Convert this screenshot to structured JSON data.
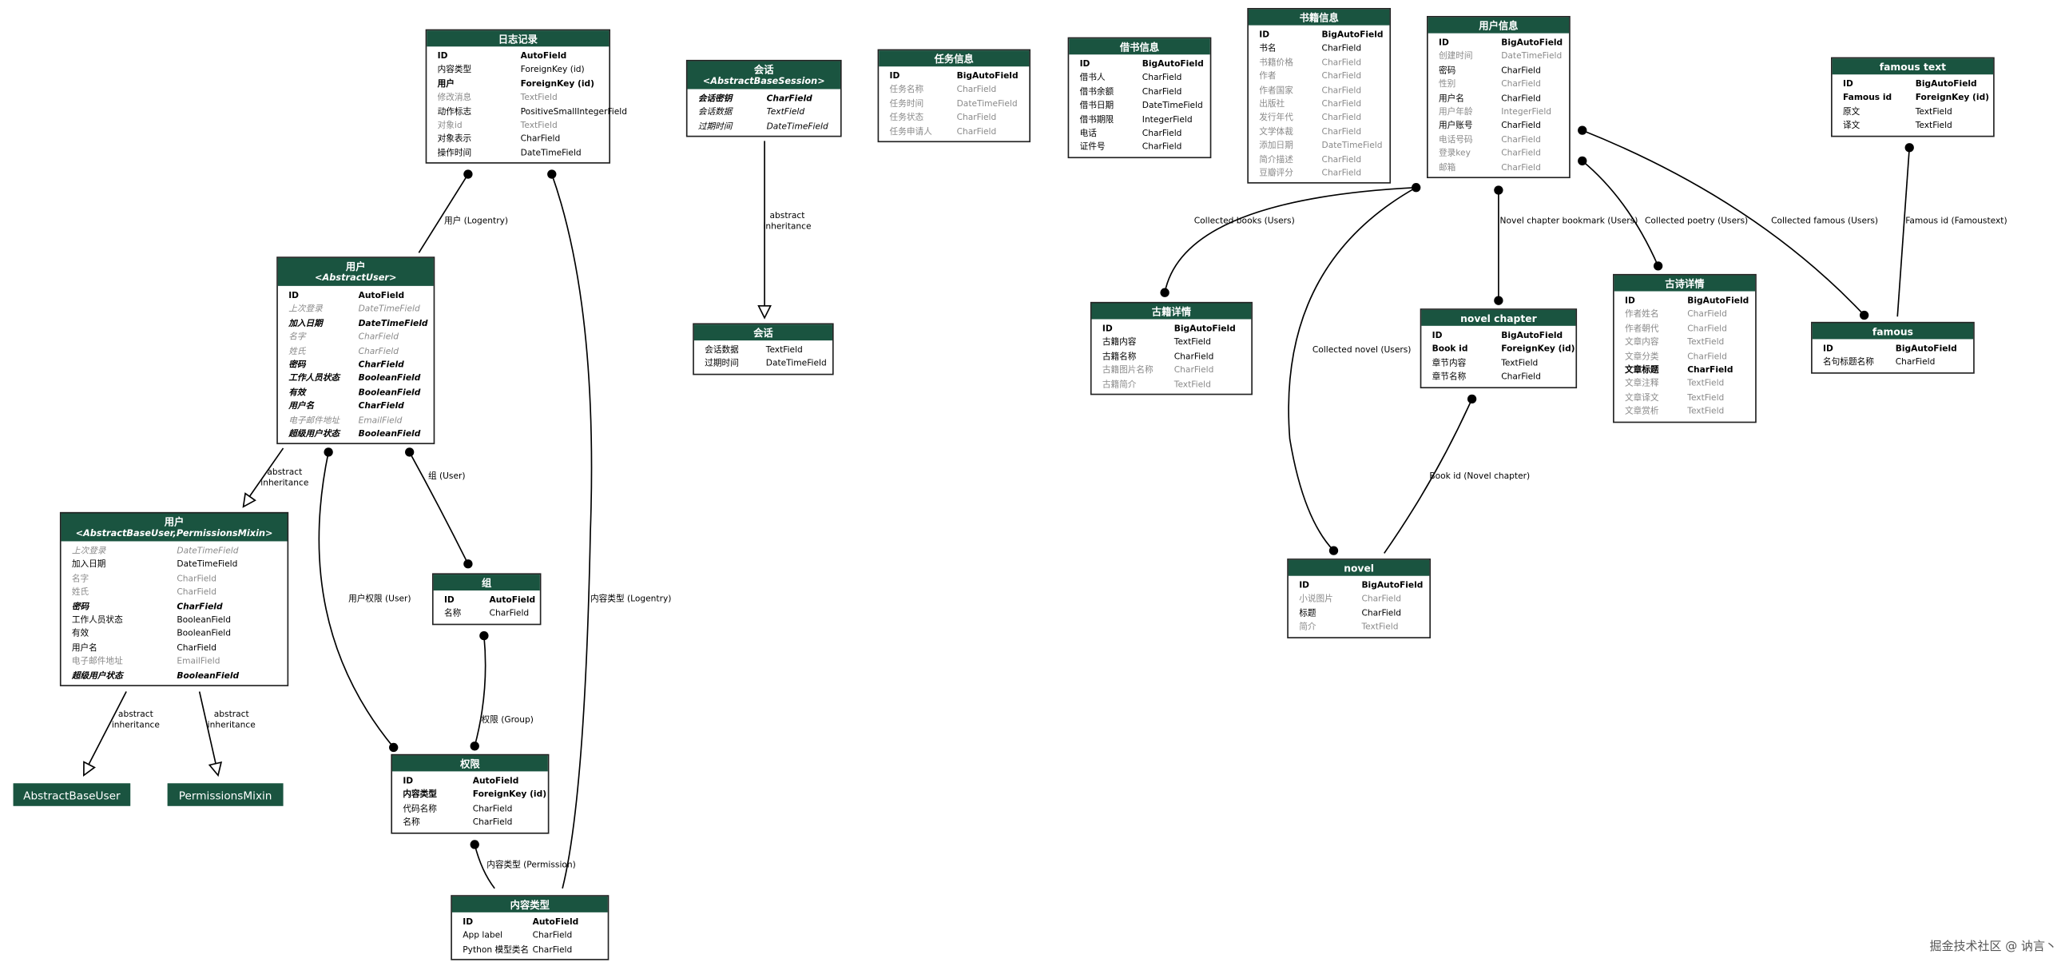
{
  "models": [
    {
      "id": "logentry",
      "title": "日志记录",
      "fields": [
        [
          "ID",
          "AutoField",
          "b"
        ],
        [
          "内容类型",
          "ForeignKey (id)",
          "n"
        ],
        [
          "用户",
          "ForeignKey (id)",
          "b"
        ],
        [
          "修改消息",
          "TextField",
          "g"
        ],
        [
          "动作标志",
          "PositiveSmallIntegerField",
          "n"
        ],
        [
          "对象id",
          "TextField",
          "g"
        ],
        [
          "对象表示",
          "CharField",
          "n"
        ],
        [
          "操作时间",
          "DateTimeField",
          "n"
        ]
      ]
    },
    {
      "id": "user",
      "title": "用户",
      "subtitle": "<AbstractUser>",
      "fields": [
        [
          "ID",
          "AutoField",
          "b"
        ],
        [
          "上次登录",
          "DateTimeField",
          "gi"
        ],
        [
          "加入日期",
          "DateTimeField",
          "bi"
        ],
        [
          "名字",
          "CharField",
          "gi"
        ],
        [
          "姓氏",
          "CharField",
          "gi"
        ],
        [
          "密码",
          "CharField",
          "bi"
        ],
        [
          "工作人员状态",
          "BooleanField",
          "bi"
        ],
        [
          "有效",
          "BooleanField",
          "bi"
        ],
        [
          "用户名",
          "CharField",
          "bi"
        ],
        [
          "电子邮件地址",
          "EmailField",
          "gi"
        ],
        [
          "超级用户状态",
          "BooleanField",
          "bi"
        ]
      ]
    },
    {
      "id": "baseuser",
      "title": "用户",
      "subtitle": "<AbstractBaseUser,PermissionsMixin>",
      "fields": [
        [
          "上次登录",
          "DateTimeField",
          "gi"
        ],
        [
          "加入日期",
          "DateTimeField",
          "n"
        ],
        [
          "名字",
          "CharField",
          "g"
        ],
        [
          "姓氏",
          "CharField",
          "g"
        ],
        [
          "密码",
          "CharField",
          "bi"
        ],
        [
          "工作人员状态",
          "BooleanField",
          "n"
        ],
        [
          "有效",
          "BooleanField",
          "n"
        ],
        [
          "用户名",
          "CharField",
          "n"
        ],
        [
          "电子邮件地址",
          "EmailField",
          "g"
        ],
        [
          "超级用户状态",
          "BooleanField",
          "bi"
        ]
      ]
    },
    {
      "id": "group",
      "title": "组",
      "fields": [
        [
          "ID",
          "AutoField",
          "b"
        ],
        [
          "名称",
          "CharField",
          "n"
        ]
      ]
    },
    {
      "id": "permission",
      "title": "权限",
      "fields": [
        [
          "ID",
          "AutoField",
          "b"
        ],
        [
          "内容类型",
          "ForeignKey (id)",
          "b"
        ],
        [
          "代码名称",
          "CharField",
          "n"
        ],
        [
          "名称",
          "CharField",
          "n"
        ]
      ]
    },
    {
      "id": "contenttype",
      "title": "内容类型",
      "fields": [
        [
          "ID",
          "AutoField",
          "b"
        ],
        [
          "App label",
          "CharField",
          "n"
        ],
        [
          "Python 模型类名",
          "CharField",
          "n"
        ]
      ]
    },
    {
      "id": "abssession",
      "title": "会话",
      "subtitle": "<AbstractBaseSession>",
      "fields": [
        [
          "会话密钥",
          "CharField",
          "bi"
        ],
        [
          "会话数据",
          "TextField",
          "i"
        ],
        [
          "过期时间",
          "DateTimeField",
          "i"
        ]
      ]
    },
    {
      "id": "session",
      "title": "会话",
      "fields": [
        [
          "会话数据",
          "TextField",
          "n"
        ],
        [
          "过期时间",
          "DateTimeField",
          "n"
        ]
      ]
    },
    {
      "id": "task",
      "title": "任务信息",
      "fields": [
        [
          "ID",
          "BigAutoField",
          "b"
        ],
        [
          "任务名称",
          "CharField",
          "g"
        ],
        [
          "任务时间",
          "DateTimeField",
          "g"
        ],
        [
          "任务状态",
          "CharField",
          "g"
        ],
        [
          "任务申请人",
          "CharField",
          "g"
        ]
      ]
    },
    {
      "id": "borrow",
      "title": "借书信息",
      "fields": [
        [
          "ID",
          "BigAutoField",
          "b"
        ],
        [
          "借书人",
          "CharField",
          "n"
        ],
        [
          "借书余额",
          "CharField",
          "n"
        ],
        [
          "借书日期",
          "DateTimeField",
          "n"
        ],
        [
          "借书期限",
          "IntegerField",
          "n"
        ],
        [
          "电话",
          "CharField",
          "n"
        ],
        [
          "证件号",
          "CharField",
          "n"
        ]
      ]
    },
    {
      "id": "bookinfo",
      "title": "书籍信息",
      "fields": [
        [
          "ID",
          "BigAutoField",
          "b"
        ],
        [
          "书名",
          "CharField",
          "n"
        ],
        [
          "书籍价格",
          "CharField",
          "g"
        ],
        [
          "作者",
          "CharField",
          "g"
        ],
        [
          "作者国家",
          "CharField",
          "g"
        ],
        [
          "出版社",
          "CharField",
          "g"
        ],
        [
          "发行年代",
          "CharField",
          "g"
        ],
        [
          "文学体裁",
          "CharField",
          "g"
        ],
        [
          "添加日期",
          "DateTimeField",
          "g"
        ],
        [
          "简介描述",
          "CharField",
          "g"
        ],
        [
          "豆瓣评分",
          "CharField",
          "g"
        ]
      ]
    },
    {
      "id": "userinfo",
      "title": "用户信息",
      "fields": [
        [
          "ID",
          "BigAutoField",
          "b"
        ],
        [
          "创建时间",
          "DateTimeField",
          "g"
        ],
        [
          "密码",
          "CharField",
          "n"
        ],
        [
          "性别",
          "CharField",
          "g"
        ],
        [
          "用户名",
          "CharField",
          "n"
        ],
        [
          "用户年龄",
          "IntegerField",
          "g"
        ],
        [
          "用户账号",
          "CharField",
          "n"
        ],
        [
          "电话号码",
          "CharField",
          "g"
        ],
        [
          "登录key",
          "CharField",
          "g"
        ],
        [
          "邮箱",
          "CharField",
          "g"
        ]
      ]
    },
    {
      "id": "famoustext",
      "title": "famous text",
      "fields": [
        [
          "ID",
          "BigAutoField",
          "b"
        ],
        [
          "Famous id",
          "ForeignKey (id)",
          "b"
        ],
        [
          "原文",
          "TextField",
          "n"
        ],
        [
          "译文",
          "TextField",
          "n"
        ]
      ]
    },
    {
      "id": "ancientbook",
      "title": "古籍详情",
      "fields": [
        [
          "ID",
          "BigAutoField",
          "b"
        ],
        [
          "古籍内容",
          "TextField",
          "n"
        ],
        [
          "古籍名称",
          "CharField",
          "n"
        ],
        [
          "古籍图片名称",
          "CharField",
          "g"
        ],
        [
          "古籍简介",
          "TextField",
          "g"
        ]
      ]
    },
    {
      "id": "novelchapter",
      "title": "novel chapter",
      "fields": [
        [
          "ID",
          "BigAutoField",
          "b"
        ],
        [
          "Book id",
          "ForeignKey (id)",
          "b"
        ],
        [
          "章节内容",
          "TextField",
          "n"
        ],
        [
          "章节名称",
          "CharField",
          "n"
        ]
      ]
    },
    {
      "id": "poetry",
      "title": "古诗详情",
      "fields": [
        [
          "ID",
          "BigAutoField",
          "b"
        ],
        [
          "作者姓名",
          "CharField",
          "g"
        ],
        [
          "作者朝代",
          "CharField",
          "g"
        ],
        [
          "文章内容",
          "TextField",
          "g"
        ],
        [
          "文章分类",
          "CharField",
          "g"
        ],
        [
          "文章标题",
          "CharField",
          "b"
        ],
        [
          "文章注释",
          "TextField",
          "g"
        ],
        [
          "文章译文",
          "TextField",
          "g"
        ],
        [
          "文章赏析",
          "TextField",
          "g"
        ]
      ]
    },
    {
      "id": "famous",
      "title": "famous",
      "fields": [
        [
          "ID",
          "BigAutoField",
          "b"
        ],
        [
          "名句标题名称",
          "CharField",
          "n"
        ]
      ]
    },
    {
      "id": "novel",
      "title": "novel",
      "fields": [
        [
          "ID",
          "BigAutoField",
          "b"
        ],
        [
          "小说图片",
          "CharField",
          "g"
        ],
        [
          "标题",
          "CharField",
          "n"
        ],
        [
          "简介",
          "TextField",
          "g"
        ]
      ]
    }
  ],
  "leaves": [
    {
      "id": "abstractbaseuser",
      "label": "AbstractBaseUser"
    },
    {
      "id": "permissionsmixin",
      "label": "PermissionsMixin"
    }
  ],
  "edge_labels": [
    {
      "id": "e-user-logentry",
      "text": "用户 (Logentry)"
    },
    {
      "id": "e-inherit-user",
      "text": "abstract\ninheritance"
    },
    {
      "id": "e-group-user",
      "text": "组 (User)"
    },
    {
      "id": "e-perm-user",
      "text": "用户权限 (User)"
    },
    {
      "id": "e-perm-group",
      "text": "权限 (Group)"
    },
    {
      "id": "e-ct-logentry",
      "text": "内容类型 (Logentry)"
    },
    {
      "id": "e-ct-perm",
      "text": "内容类型 (Permission)"
    },
    {
      "id": "e-inherit-abu",
      "text": "abstract\ninheritance"
    },
    {
      "id": "e-inherit-pm",
      "text": "abstract\ninheritance"
    },
    {
      "id": "e-inherit-session",
      "text": "abstract\ninheritance"
    },
    {
      "id": "e-books",
      "text": "Collected books (Users)"
    },
    {
      "id": "e-novel-users",
      "text": "Collected novel (Users)"
    },
    {
      "id": "e-bookmark",
      "text": "Novel chapter bookmark (Users)"
    },
    {
      "id": "e-poetry",
      "text": "Collected poetry (Users)"
    },
    {
      "id": "e-famous",
      "text": "Collected famous (Users)"
    },
    {
      "id": "e-famousid",
      "text": "Famous id (Famoustext)"
    },
    {
      "id": "e-bookid",
      "text": "Book id (Novel chapter)"
    }
  ],
  "watermark": "掘金技术社区 @ 讷言丶",
  "colors": {
    "header": "#1a5440",
    "line": "#000000",
    "muted": "#8a8a8a"
  }
}
